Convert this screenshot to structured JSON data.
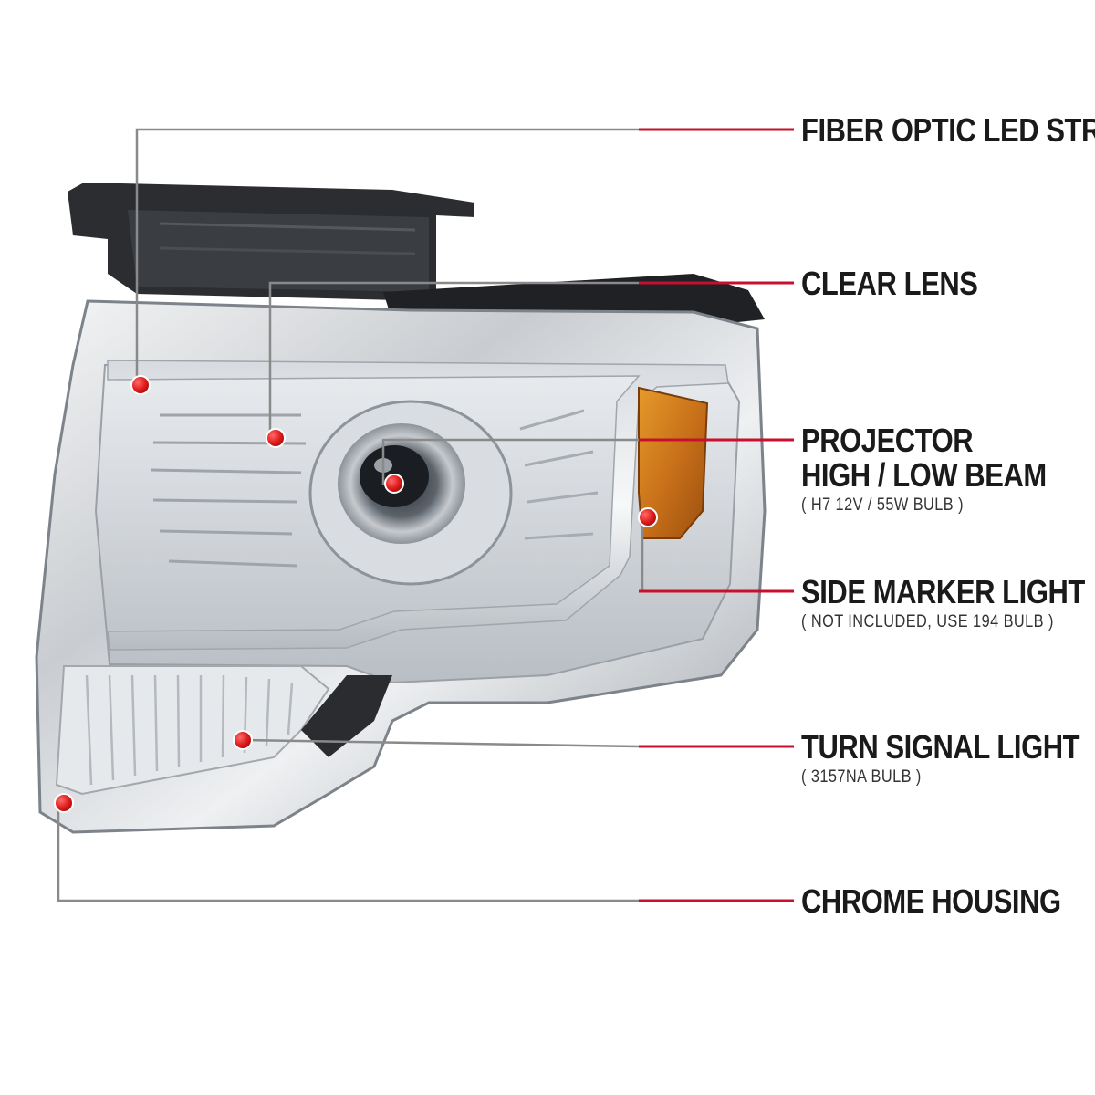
{
  "accent_color": "#c8102e",
  "line_color": "#8a8a8a",
  "product_image": "chrome-projector-headlight-photo",
  "callouts": [
    {
      "id": "fiber",
      "title": "FIBER OPTIC LED STRIPS",
      "title2": "",
      "note": ""
    },
    {
      "id": "lens",
      "title": "CLEAR LENS",
      "title2": "",
      "note": ""
    },
    {
      "id": "projector",
      "title": "PROJECTOR",
      "title2": "HIGH / LOW BEAM",
      "note": "( H7  12V / 55W  BULB )"
    },
    {
      "id": "marker",
      "title": "SIDE MARKER LIGHT",
      "title2": "",
      "note": "( NOT INCLUDED, USE  194  BULB )"
    },
    {
      "id": "turn",
      "title": "TURN SIGNAL LIGHT",
      "title2": "",
      "note": "( 3157NA  BULB )"
    },
    {
      "id": "housing",
      "title": "CHROME HOUSING",
      "title2": "",
      "note": ""
    }
  ]
}
